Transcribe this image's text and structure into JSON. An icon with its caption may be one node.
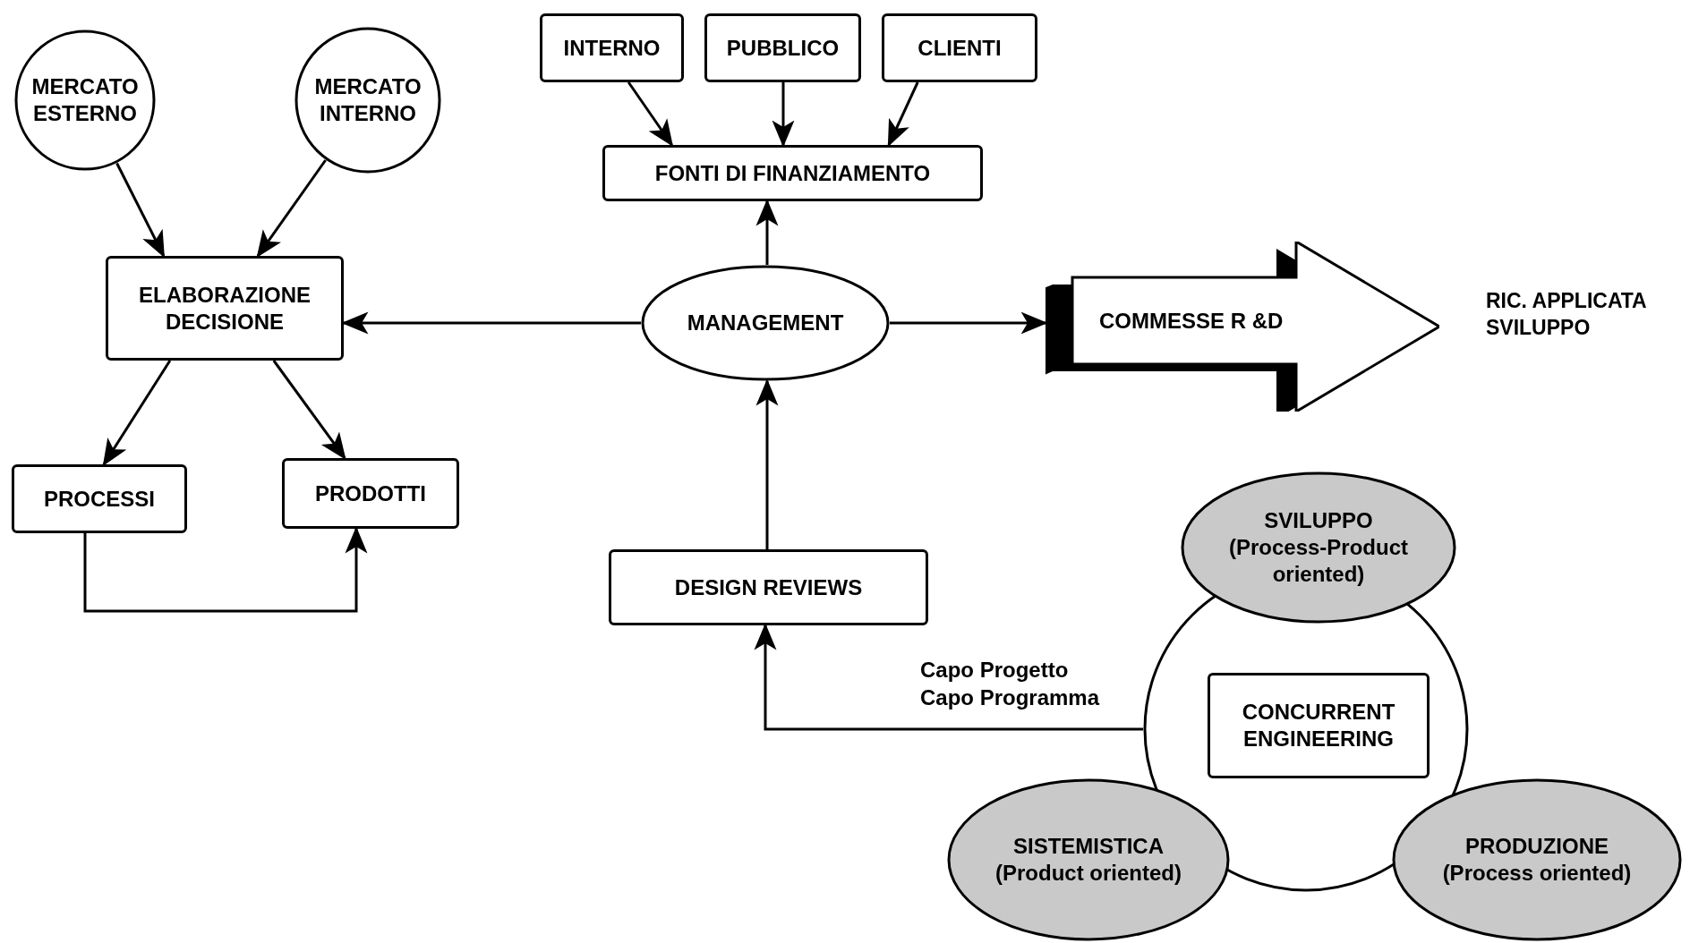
{
  "diagram": {
    "nodes": [
      {
        "text": [
          "MERCATO ESTERNO"
        ]
      },
      {
        "text": [
          "MERCATO INTERNO"
        ]
      },
      {
        "text": [
          "INTERNO"
        ]
      },
      {
        "text": [
          "PUBBLICO"
        ]
      },
      {
        "text": [
          "CLIENTI"
        ]
      },
      {
        "text": [
          "FONTI DI FINANZIAMENTO"
        ]
      },
      {
        "text": [
          "ELABORAZIONE DECISIONE"
        ]
      },
      {
        "text": [
          "MANAGEMENT"
        ]
      },
      {
        "text": [
          "COMMESSE R &D"
        ]
      },
      {
        "text": [
          "PROCESSI"
        ]
      },
      {
        "text": [
          "PRODOTTI"
        ]
      },
      {
        "text": [
          "DESIGN REVIEWS"
        ]
      },
      {
        "text": [],
        "shape": "circle"
      },
      {
        "text": [
          "CONCURRENT ENGINEERING"
        ],
        "in": 12
      },
      {
        "text": [
          "SVILUPPO",
          "(Process-Product oriented)"
        ]
      },
      {
        "text": [
          "SISTEMISTICA",
          "(Product oriented)"
        ]
      },
      {
        "text": [
          "PRODUZIONE",
          "(Process oriented)"
        ]
      }
    ],
    "edges": [
      {
        "from": 0,
        "to": 6,
        "arrow": "to"
      },
      {
        "from": 1,
        "to": 6,
        "arrow": "to"
      },
      {
        "from": 2,
        "to": 5,
        "arrow": "to"
      },
      {
        "from": 3,
        "to": 5,
        "arrow": "to"
      },
      {
        "from": 4,
        "to": 5,
        "arrow": "to"
      },
      {
        "from": 7,
        "to": 5,
        "arrow": "to"
      },
      {
        "from": 7,
        "to": 6,
        "arrow": "to"
      },
      {
        "from": 7,
        "to": 8,
        "arrow": "to"
      },
      {
        "from": 6,
        "to": 9,
        "arrow": "to"
      },
      {
        "from": 6,
        "to": 10,
        "arrow": "to"
      },
      {
        "from": 9,
        "to": 10,
        "arrow": "to"
      },
      {
        "from": 11,
        "to": 7,
        "arrow": "to"
      },
      {
        "from": 12,
        "to": 11,
        "arrow": "to",
        "label": "Capo Progetto Capo Programma"
      }
    ],
    "labels": [
      "RIC. APPLICATA SVILUPPO"
    ]
  }
}
